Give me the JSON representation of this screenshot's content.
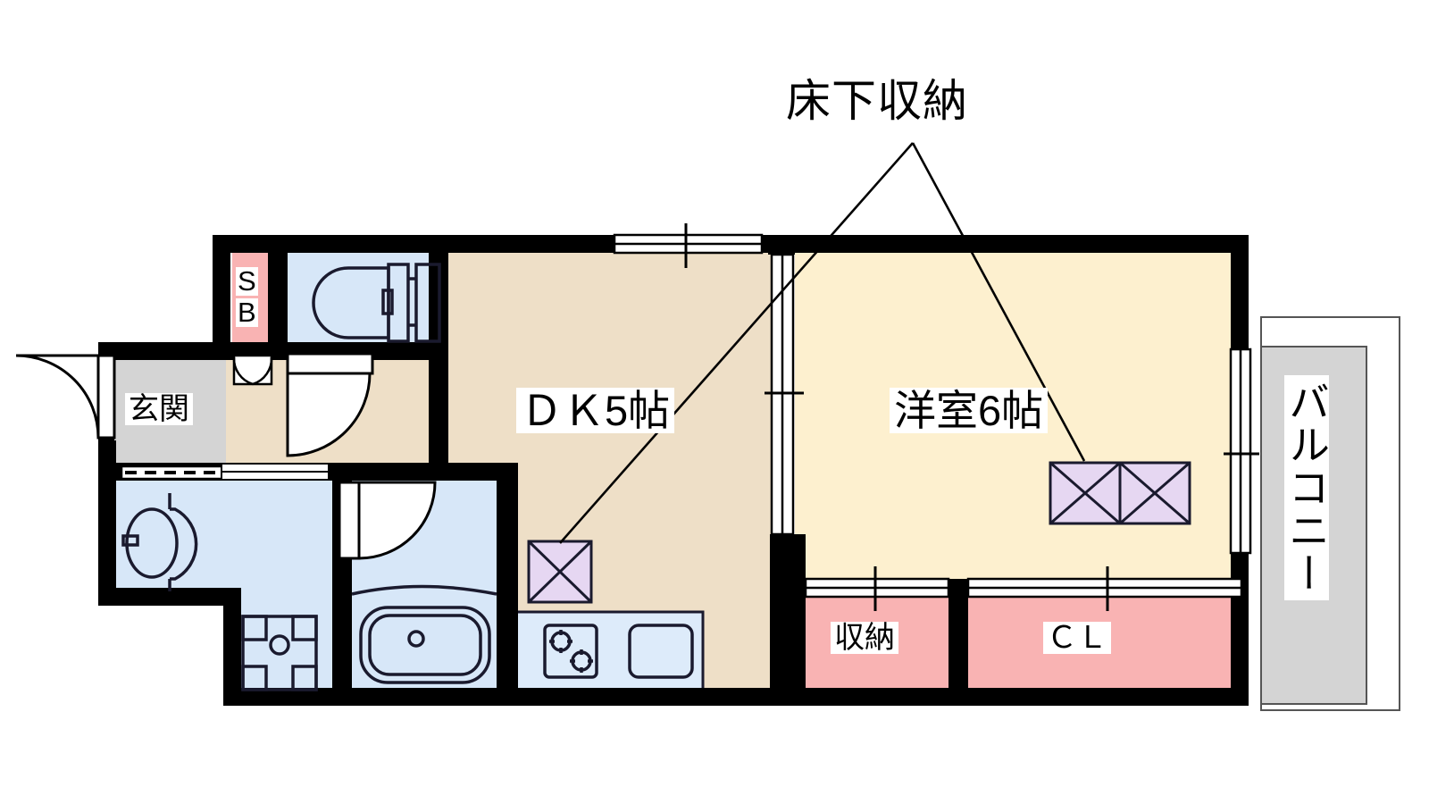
{
  "plan": {
    "title": "床下収納",
    "rooms": [
      {
        "key": "dk",
        "label": "ＤＫ5帖",
        "fill": "#eedfc7"
      },
      {
        "key": "yoshitsu",
        "label": "洋室6帖",
        "fill": "#fdf0cf"
      },
      {
        "key": "genkan",
        "label": "玄関",
        "fill": "#d4d4d4"
      },
      {
        "key": "shoe_box",
        "label": "SB",
        "fill": "#f9b3b3"
      },
      {
        "key": "shunou",
        "label": "収納",
        "fill": "#f9b3b3"
      },
      {
        "key": "closet",
        "label": "ＣＬ",
        "fill": "#f9b3b3"
      },
      {
        "key": "balcony",
        "label": "バルコニー",
        "fill": "#d4d4d4"
      }
    ],
    "labels": {
      "title": "床下収納",
      "dk": "ＤＫ5帖",
      "bedroom": "洋室6帖",
      "entrance": "玄関",
      "shoe_box_line1": "S",
      "shoe_box_line2": "B",
      "storage": "収納",
      "closet": "ＣＬ",
      "balcony": "バルコニー"
    },
    "fixtures": [
      {
        "name": "toilet",
        "room": "toilet-room"
      },
      {
        "name": "washbasin",
        "room": "washroom"
      },
      {
        "name": "washer-pan",
        "room": "washroom"
      },
      {
        "name": "bathtub",
        "room": "bathroom"
      },
      {
        "name": "gas-stove",
        "room": "kitchen"
      },
      {
        "name": "kitchen-sink",
        "room": "kitchen"
      },
      {
        "name": "underfloor-hatch-dk",
        "room": "dk"
      },
      {
        "name": "underfloor-hatch-bedroom",
        "room": "bedroom"
      }
    ],
    "colors": {
      "wall": "#000000",
      "dk_floor": "#eedfc7",
      "bedroom_floor": "#fdf0cf",
      "wet_area": "#d7e7f8",
      "storage_pink": "#f9b3b3",
      "gray_area": "#d4d4d4",
      "hatch_purple": "#e6d7f2",
      "outline": "#1a1a2e"
    }
  }
}
